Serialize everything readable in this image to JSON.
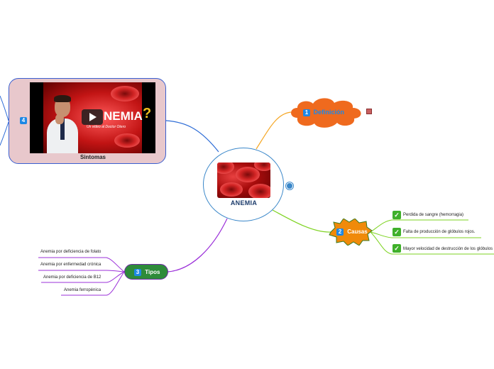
{
  "central": {
    "title": "ANEMIA"
  },
  "definicion": {
    "number": "1",
    "label": "Definición"
  },
  "causas": {
    "number": "2",
    "label": "Causas",
    "items": [
      "Perdida de sangre (hemorragia)",
      "Falta de producción de glóbulos rojos.",
      "Mayor velocidad de destrucción de los glóbulos"
    ]
  },
  "tipos": {
    "number": "3",
    "label": "Tipos",
    "items": [
      "Anemia por deficiencia de folato",
      "Anemia por enfermedad crónica",
      "Anemia por deficiencia de B12",
      "Anemia ferropénica"
    ]
  },
  "sintomas": {
    "number": "4",
    "label": "Sintomas",
    "video_title": "NEMIA",
    "video_q": "?",
    "video_sub": "Un video al Doctor Otero"
  },
  "colors": {
    "definicion": "#ef6a1e",
    "causas": "#f08a0a",
    "tipos": "#2e8b3a",
    "sintomas_bg": "#e8c8cc",
    "link_orange": "#f5a623",
    "link_green": "#7ed321",
    "link_purple": "#9b30d9",
    "link_blue": "#2c6bd6"
  }
}
